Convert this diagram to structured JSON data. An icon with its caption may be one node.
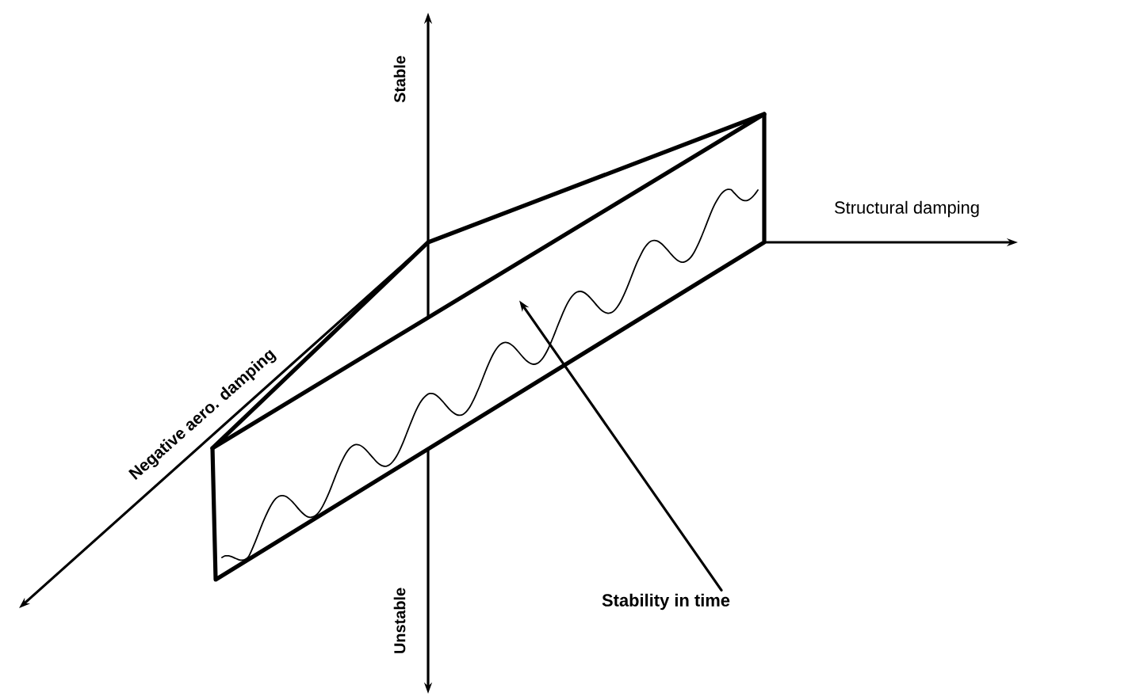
{
  "diagram": {
    "nodes": [
      {
        "text": [
          "Stability in time"
        ]
      },
      {
        "text": [],
        "shape": "picture"
      }
    ],
    "edges": [
      {
        "from": 0,
        "to": 1,
        "arrow": "to"
      }
    ],
    "labels": [
      "Stable",
      "Structural damping",
      "Negative aero. damping",
      "Unstable"
    ]
  }
}
